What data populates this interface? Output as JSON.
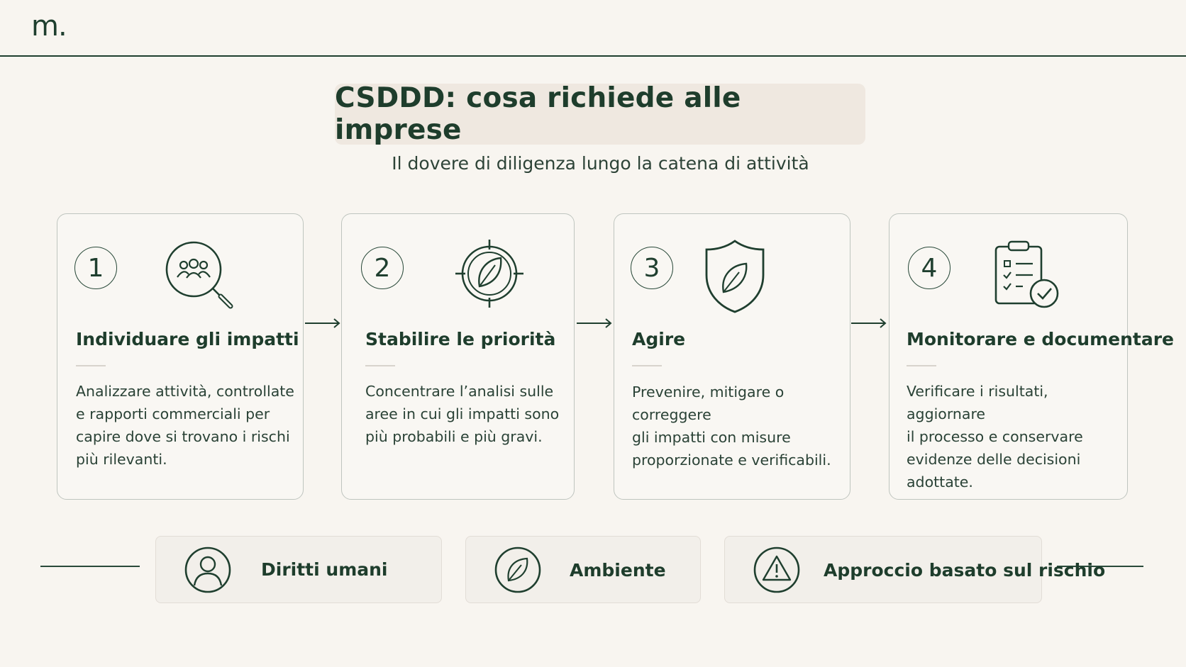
{
  "header": {
    "logo_letter": "m",
    "logo_dot": "."
  },
  "title": "CSDDD: cosa richiede alle imprese",
  "subtitle": "Il dovere di diligenza lungo la catena di attività",
  "steps": [
    {
      "number": "1",
      "icon": "people-search-icon",
      "title": "Individuare gli impatti",
      "text": [
        "Analizzare attività, controllate",
        "e rapporti commerciali per",
        "capire dove si trovano i rischi",
        "più rilevanti."
      ]
    },
    {
      "number": "2",
      "icon": "target-leaf-icon",
      "title": "Stabilire le priorità",
      "text": [
        "Concentrare l’analisi sulle",
        "aree in cui gli impatti sono",
        "più probabili e più gravi."
      ]
    },
    {
      "number": "3",
      "icon": "shield-leaf-icon",
      "title": "Agire",
      "text": [
        "Prevenire, mitigare o correggere",
        "gli impatti con misure",
        "proporzionate e verificabili."
      ]
    },
    {
      "number": "4",
      "icon": "clipboard-check-icon",
      "title": "Monitorare e documentare",
      "text": [
        "Verificare i risultati, aggiornare",
        "il processo e conservare",
        "evidenze delle decisioni",
        "adottate."
      ]
    }
  ],
  "pillars": [
    {
      "icon": "person-icon",
      "label": "Diritti umani"
    },
    {
      "icon": "leaf-icon",
      "label": "Ambiente"
    },
    {
      "icon": "warning-icon",
      "label": "Approccio basato sul rischio"
    }
  ],
  "colors": {
    "background": "#f8f5f0",
    "accent": "#1f3f2f",
    "title_box": "#efe8e0",
    "pill": "#f2efea"
  }
}
